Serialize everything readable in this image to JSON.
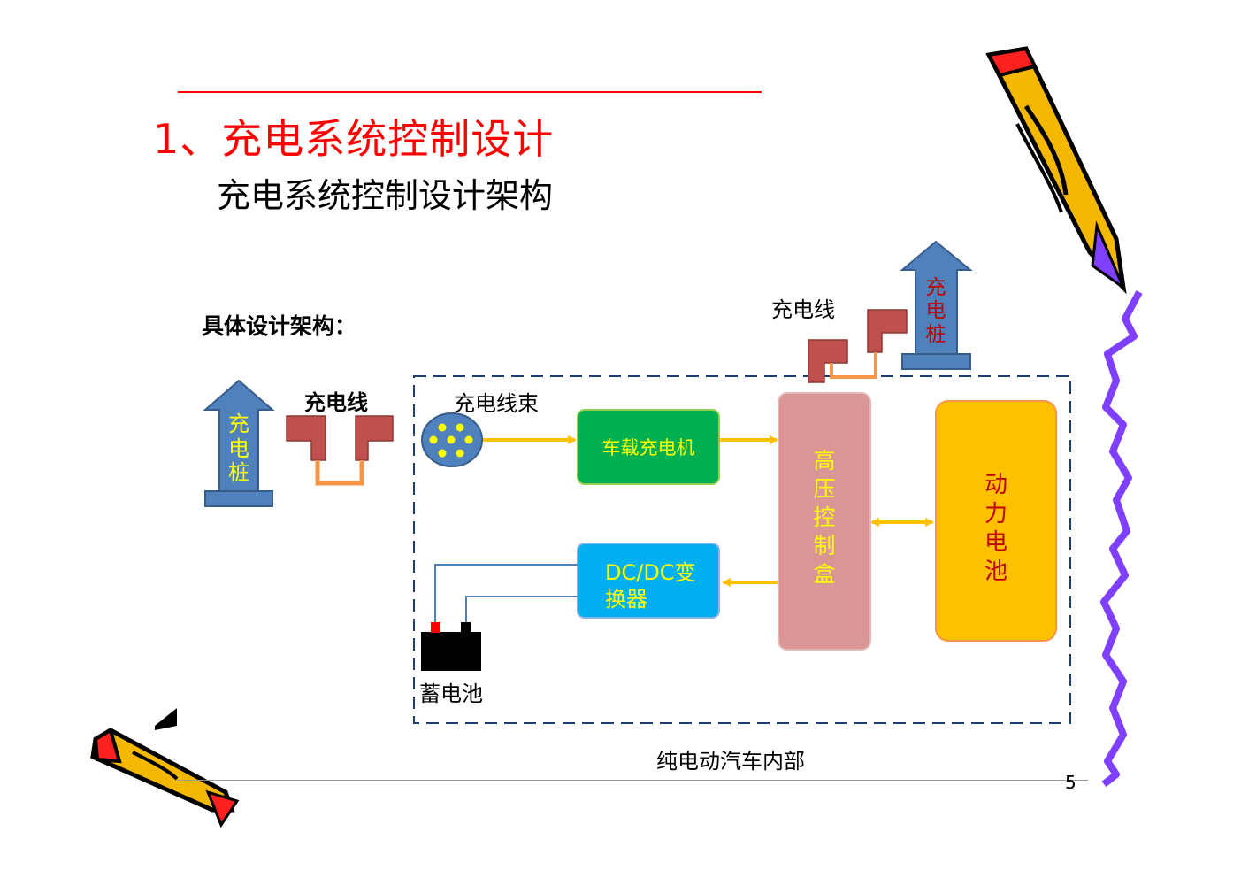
{
  "slide": {
    "title": "1、充电系统控制设计",
    "subtitle": "充电系统控制设计架构",
    "page_number": "5"
  },
  "diagram": {
    "section_label": "具体设计架构：",
    "charging_pile_left": "充电桩",
    "charging_cable_left": "充电线",
    "charging_pile_right": "充电桩",
    "charging_cable_right": "充电线",
    "harness_label": "充电线束",
    "onboard_charger": "车载充电机",
    "hv_control_box": "高压控制盒",
    "power_battery": "动力电池",
    "dcdc_converter_line1": "DC/DC变",
    "dcdc_converter_line2": "换器",
    "battery_label": "蓄电池",
    "boundary_label": "纯电动汽车内部"
  },
  "colors": {
    "title_red": "#ff0000",
    "arrow_blue": "#4f81bd",
    "plug_red": "#c0504d",
    "charger_green": "#00b050",
    "hv_box_pink": "#d99694",
    "battery_orange": "#ffc000",
    "dcdc_blue": "#00b0f0",
    "connector_orange": "#f79646",
    "flow_arrow": "#ffc000",
    "pencil_purple": "#7f3fff"
  }
}
